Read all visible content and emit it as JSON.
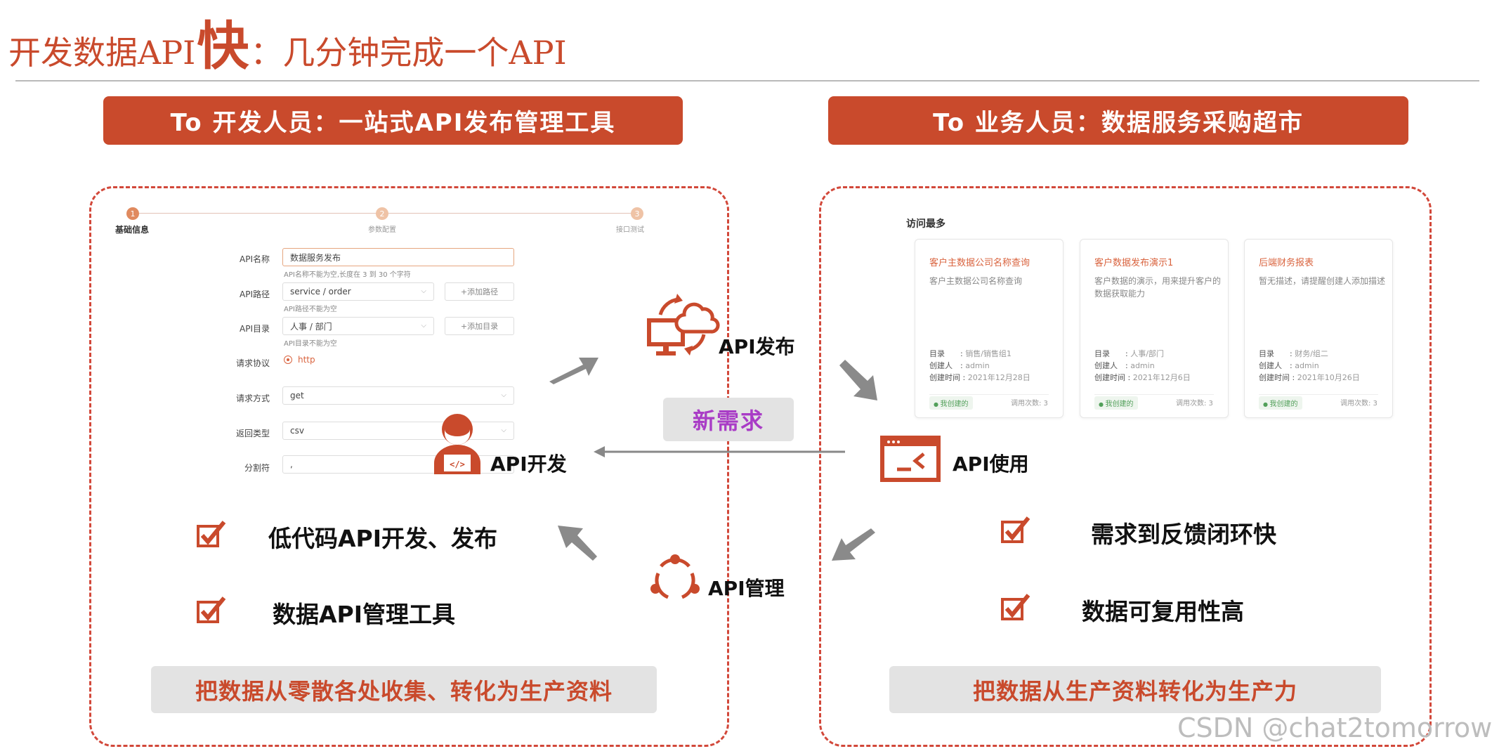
{
  "title": {
    "part1": "开发数据API",
    "emph": "快",
    "part2": "：几分钟完成一个API"
  },
  "banners": {
    "left": "To 开发人员：一站式API发布管理工具",
    "right": "To 业务人员：数据服务采购超市"
  },
  "form": {
    "steps": [
      {
        "num": "1",
        "label": "基础信息"
      },
      {
        "num": "2",
        "label": "参数配置"
      },
      {
        "num": "3",
        "label": "接口测试"
      }
    ],
    "rows": {
      "name": {
        "label": "API名称",
        "value": "数据服务发布",
        "hint": "API名称不能为空,长度在 3 到 30 个字符"
      },
      "path": {
        "label": "API路径",
        "value": "service / order",
        "hint": "API路径不能为空",
        "button": "+添加路径"
      },
      "dir": {
        "label": "API目录",
        "value": "人事 / 部门",
        "hint": "API目录不能为空",
        "button": "+添加目录"
      },
      "protocol": {
        "label": "请求协议",
        "value": "http"
      },
      "method": {
        "label": "请求方式",
        "value": "get"
      },
      "ret": {
        "label": "返回类型",
        "value": "csv"
      },
      "sep": {
        "label": "分割符",
        "value": ","
      }
    }
  },
  "market": {
    "heading": "访问最多",
    "cards": [
      {
        "title": "客户主数据公司名称查询",
        "desc": "客户主数据公司名称查询",
        "dir_label": "目录",
        "dir": "销售/销售组1",
        "creator_label": "创建人",
        "creator": "admin",
        "time_label": "创建时间",
        "time": "2021年12月28日",
        "badge": "我创建的",
        "calls": "调用次数: 3"
      },
      {
        "title": "客户数据发布演示1",
        "desc": "客户数据的演示，用来提升客户的数据获取能力",
        "dir_label": "目录",
        "dir": "人事/部门",
        "creator_label": "创建人",
        "creator": "admin",
        "time_label": "创建时间",
        "time": "2021年12月6日",
        "badge": "我创建的",
        "calls": "调用次数: 3"
      },
      {
        "title": "后端财务报表",
        "desc": "暂无描述，请提醒创建人添加描述",
        "dir_label": "目录",
        "dir": "财务/组二",
        "creator_label": "创建人",
        "creator": "admin",
        "time_label": "创建时间",
        "time": "2021年10月26日",
        "badge": "我创建的",
        "calls": "调用次数: 3"
      }
    ]
  },
  "nodes": {
    "publish": "API发布",
    "develop": "API开发",
    "use": "API使用",
    "manage": "API管理",
    "new_request": "新需求"
  },
  "features": {
    "left": [
      "低代码API开发、发布",
      "数据API管理工具"
    ],
    "right": [
      "需求到反馈闭环快",
      "数据可复用性高"
    ]
  },
  "bottom": {
    "left": "把数据从零散各处收集、转化为生产资料",
    "right": "把数据从生产资料转化为生产力"
  },
  "watermark": "CSDN @chat2tomorrow",
  "colors": {
    "accent": "#c94a2c",
    "purple": "#a93cc6",
    "gray_box": "#e3e3e3"
  }
}
